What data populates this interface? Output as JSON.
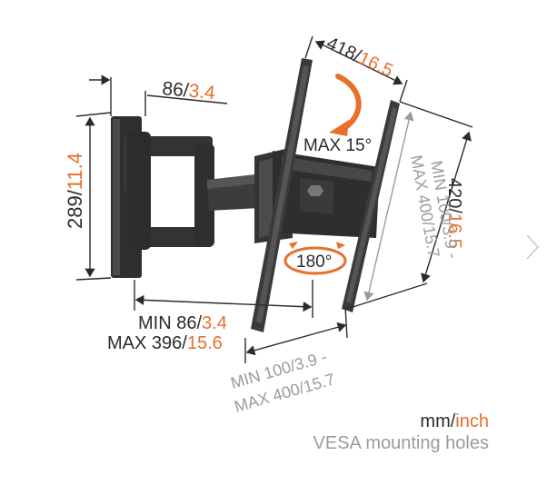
{
  "colors": {
    "accent": "#e8702a",
    "text_dark": "#2b2b2b",
    "text_grey": "#9b9b9b",
    "mount": "#3a3a3a"
  },
  "dimensions": {
    "depth_min": {
      "mm": "86/",
      "inch": "3.4"
    },
    "height": {
      "mm": "289/",
      "inch": "11.4"
    },
    "arm_length": {
      "min": {
        "label": "MIN 86/",
        "inch": "3.4"
      },
      "max": {
        "label": "MAX 396/",
        "inch": "15.6"
      }
    },
    "top_width": {
      "mm": "418/",
      "inch": "16.5"
    },
    "right_height": {
      "mm": "420/",
      "inch": "16.5"
    },
    "tilt": "MAX 15°",
    "rotation": "180°",
    "vesa_vertical": {
      "line1": "MIN 100/3.9 -",
      "line2": "MAX 400/15.7"
    },
    "vesa_horizontal": {
      "line1": "MIN 100/3.9 -",
      "line2": "MAX 400/15.7"
    }
  },
  "legend": {
    "units_mm": "mm/",
    "units_inch": "inch",
    "caption": "VESA mounting holes"
  },
  "nav": {
    "next_icon": "chevron-right-icon"
  }
}
